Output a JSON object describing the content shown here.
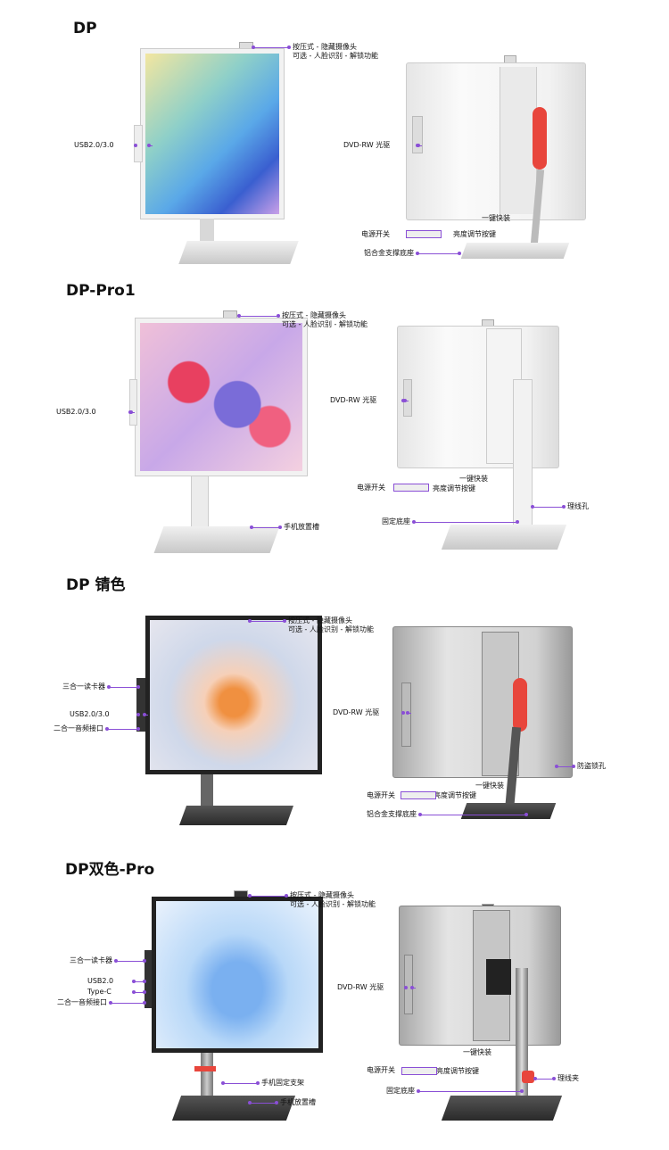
{
  "sections": [
    {
      "title": "DP",
      "front_labels": [
        "按压式 - 隐藏摄像头",
        "可选 - 人脸识别 - 解锁功能",
        "USB2.0/3.0"
      ],
      "back_labels": [
        "DVD-RW  光驱",
        "一键快装",
        "电源开关",
        "亮度调节按键",
        "铝合金支撑底座"
      ],
      "finish": "white"
    },
    {
      "title": "DP-Pro1",
      "front_labels": [
        "按压式 - 隐藏摄像头",
        "可选 - 人脸识别 - 解锁功能",
        "USB2.0/3.0",
        "手机放置槽"
      ],
      "back_labels": [
        "DVD-RW  光驱",
        "一键快装",
        "电源开关",
        "亮度调节按键",
        "固定底座",
        "理线孔"
      ],
      "finish": "white"
    },
    {
      "title": "DP 锖色",
      "front_labels": [
        "按压式 - 隐藏摄像头",
        "可选 - 人脸识别 - 解锁功能",
        "三合一读卡器",
        "USB2.0/3.0",
        "二合一音频接口"
      ],
      "back_labels": [
        "DVD-RW  光驱",
        "防盗锁孔",
        "一键快装",
        "电源开关",
        "亮度调节按键",
        "铝合金支撑底座"
      ],
      "finish": "grey"
    },
    {
      "title": "DP双色-Pro",
      "front_labels": [
        "按压式 - 隐藏摄像头",
        "可选 - 人脸识别 - 解锁功能",
        "三合一读卡器",
        "USB2.0",
        "Type-C",
        "二合一音频接口",
        "手机固定支架",
        "手机放置槽"
      ],
      "back_labels": [
        "DVD-RW  光驱",
        "一键快装",
        "电源开关",
        "亮度调节按键",
        "理线夹",
        "固定底座"
      ],
      "finish": "grey"
    }
  ],
  "colors": {
    "accent": "#8a4fd6",
    "stand_red": "#e8463c"
  }
}
